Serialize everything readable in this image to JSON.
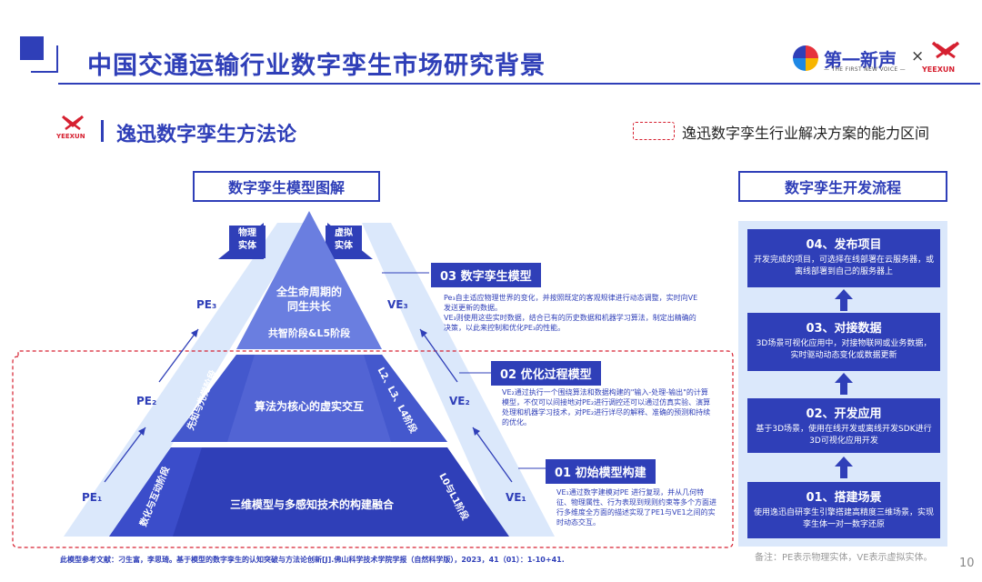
{
  "header": {
    "title": "中国交通运输行业数字孪生市场研究背景",
    "logo_main": "第一新声",
    "logo_sub": "— THE FIRST NEW VOICE —",
    "logo_x": "×",
    "partner_name": "YEEXUN"
  },
  "subheader": {
    "brand": "YEEXUN",
    "title": "逸迅数字孪生方法论",
    "legend_text": "逸迅数字孪生行业解决方案的能力区间"
  },
  "model": {
    "section_title": "数字孪生模型图解",
    "physical_label": "物理\n实体",
    "virtual_label": "虚拟\n实体",
    "pe_labels": [
      "PE₁",
      "PE₂",
      "PE₃"
    ],
    "ve_labels": [
      "VE₁",
      "VE₂",
      "VE₃"
    ],
    "top_text_1": "全生命周期的",
    "top_text_2": "同生共长",
    "top_text_3": "共智阶段&L5阶段",
    "mid_text": "算法为核心的虚实交互",
    "mid_left": "先知与先觉阶段",
    "mid_right": "L2、L3、L4阶段",
    "bot_text": "三维模型与多感知技术的构建融合",
    "bot_left": "数化与互动阶段",
    "bot_right": "L0与L1阶段",
    "stages": [
      {
        "tag": "03 数字孪生模型",
        "desc": "Pe₃自主适应物理世界的变化，并按照既定的客观规律进行动态调整，实时向VE发送更新的数据。\nVE₃则使用这些实时数据，结合已有的历史数据和机器学习算法，制定出精确的决策，以此来控制和优化PE₃的性能。"
      },
      {
        "tag": "02 优化过程模型",
        "desc": "VE₂通过执行一个围绕算法和数据构建的\"输入-处理-输出\"的计算模型，不仅可以间接地对PE₂进行调控还可以通过仿真实验、演算处理和机器学习技术，对PE₂进行详尽的解释、准确的预测和持续的优化。"
      },
      {
        "tag": "01 初始模型构建",
        "desc": "VE₁通过数字建模对PE 进行复现，并从几何特征、物理属性、行为表现到规则约束等多个方面进行多维度全方面的描述实现了PE1与VE1之间的实时动态交互。"
      }
    ]
  },
  "flow": {
    "section_title": "数字孪生开发流程",
    "steps": [
      {
        "title": "04、发布项目",
        "desc": "开发完成的项目，可选择在线部署在云服务器，或离线部署到自己的服务器上"
      },
      {
        "title": "03、对接数据",
        "desc": "3D场景可视化应用中，对接物联网或业务数据，实时驱动动态变化或数据更新"
      },
      {
        "title": "02、开发应用",
        "desc": "基于3D场景，使用在线开发或离线开发SDK进行3D可视化应用开发"
      },
      {
        "title": "01、搭建场景",
        "desc": "使用逸迅自研孪生引擎搭建高精度三维场景，实现孪生体一对一数字还原"
      }
    ]
  },
  "footer": {
    "reference": "此模型参考文献：刁生富，李思琦。基于模型的数字孪生的认知突破与方法论创新[J].佛山科学技术学院学报（自然科学版），2023，41（01）：1-10+41.",
    "note": "备注：PE表示物理实体，VE表示虚拟实体。",
    "page": "10"
  },
  "colors": {
    "primary": "#2f3fb8",
    "light": "#dbe8fb",
    "accent": "#d62030"
  }
}
